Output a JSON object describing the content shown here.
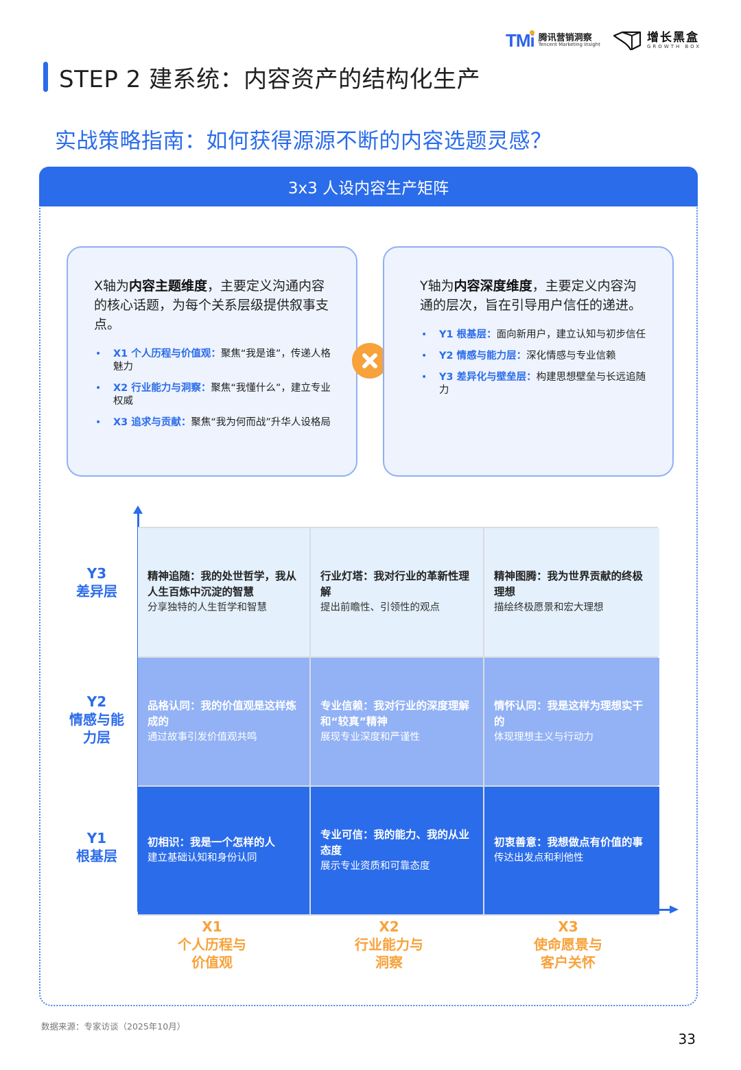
{
  "header": {
    "logo_tmi": {
      "mark": "TMi",
      "cn": "腾讯营销洞察",
      "en": "Tencent Marketing Insight"
    },
    "logo_growthbox": {
      "cn": "增长黑盒",
      "en": "GROWTH BOX"
    }
  },
  "page_title": "STEP 2 建系统：内容资产的结构化生产",
  "subtitle": "实战策略指南：如何获得源源不断的内容选题灵感？",
  "panel": {
    "title": "3x3 人设内容生产矩阵",
    "x_box": {
      "desc_prefix": "X轴为",
      "desc_bold": "内容主题维度",
      "desc_suffix": "，主要定义沟通内容的核心话题，为每个关系层级提供叙事支点。",
      "items": [
        {
          "key": "X1  个人历程与价值观：",
          "text": "聚焦“我是谁”，传递人格魅力"
        },
        {
          "key": "X2  行业能力与洞察：",
          "text": "聚焦“我懂什么”，建立专业权威"
        },
        {
          "key": "X3  追求与贡献：",
          "text": "聚焦“我为何而战”升华人设格局"
        }
      ]
    },
    "y_box": {
      "desc_prefix": "Y轴为",
      "desc_bold": "内容深度维度",
      "desc_suffix": "，主要定义内容沟通的层次，旨在引导用户信任的递进。",
      "items": [
        {
          "key": "Y1  根基层：",
          "text": "面向新用户，建立认知与初步信任"
        },
        {
          "key": "Y2  情感与能力层：",
          "text": "深化情感与专业信赖"
        },
        {
          "key": "Y3  差异化与壁垒层：",
          "text": "构建思想壁垒与长远追随力"
        }
      ]
    },
    "connector_icon": "times-icon"
  },
  "matrix": {
    "y_labels": [
      {
        "code": "Y3",
        "name": "差异层"
      },
      {
        "code": "Y2",
        "name": "情感与能力层"
      },
      {
        "code": "Y1",
        "name": "根基层"
      }
    ],
    "x_labels": [
      {
        "code": "X1",
        "name": "个人历程与价值观"
      },
      {
        "code": "X2",
        "name": "行业能力与洞察"
      },
      {
        "code": "X3",
        "name": "使命愿景与客户关怀"
      }
    ],
    "rows": [
      [
        {
          "title": "精神追随：我的处世哲学，我从人生百炼中沉淀的智慧",
          "desc": "分享独特的人生哲学和智慧"
        },
        {
          "title": "行业灯塔：我对行业的革新性理解",
          "desc": "提出前瞻性、引领性的观点"
        },
        {
          "title": "精神图腾：我为世界贡献的终极理想",
          "desc": "描绘终极愿景和宏大理想"
        }
      ],
      [
        {
          "title": "品格认同：我的价值观是这样炼成的",
          "desc": "通过故事引发价值观共鸣"
        },
        {
          "title": "专业信赖：我对行业的深度理解和“较真”精神",
          "desc": "展现专业深度和严谨性"
        },
        {
          "title": "情怀认同：我是这样为理想实干的",
          "desc": "体现理想主义与行动力"
        }
      ],
      [
        {
          "title": "初相识：我是一个怎样的人",
          "desc": "建立基础认知和身份认同"
        },
        {
          "title": "专业可信：我的能力、我的从业态度",
          "desc": "展示专业资质和可靠态度"
        },
        {
          "title": "初衷善意：我想做点有价值的事",
          "desc": "传达出发点和利他性"
        }
      ]
    ],
    "colors": {
      "y3": "#e4f0fb",
      "y2": "#92b2f5",
      "y1": "#2b6cea",
      "axis": "#2b6cea",
      "x_label": "#f7a23a"
    }
  },
  "footer": {
    "source": "数据来源：专家访谈（2025年10月）",
    "page_number": "33"
  }
}
